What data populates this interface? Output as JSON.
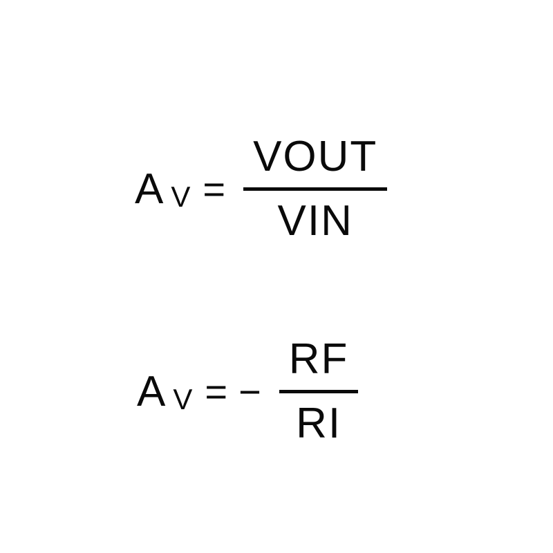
{
  "page": {
    "background_color": "#ffffff",
    "text_color": "#0a0a0a"
  },
  "equations": [
    {
      "name": "voltage-gain-definition",
      "lhs": "A",
      "subscript": "V",
      "relation": "=",
      "numerator": "VOUT",
      "denominator": "VIN"
    },
    {
      "name": "inverting-amplifier-gain",
      "lhs": "A",
      "subscript": "V",
      "relation": "=",
      "sign": "−",
      "numerator": "RF",
      "denominator": "RI"
    }
  ]
}
